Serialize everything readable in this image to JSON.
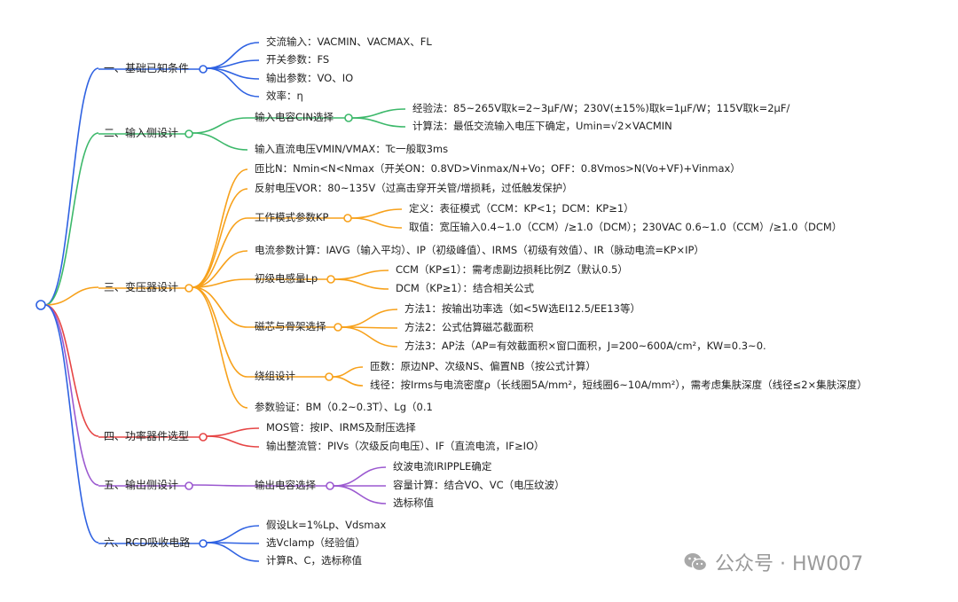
{
  "colors": {
    "s1": "#2f62e2",
    "s2": "#3cb86a",
    "s3": "#f7a11b",
    "s4": "#e64545",
    "s5": "#9b59d0",
    "s6": "#2f62e2"
  },
  "sections": [
    {
      "title": "一、基础已知条件",
      "children": [
        "交流输入：VACMIN、VACMAX、FL",
        "开关参数：FS",
        "输出参数：VO、IO",
        "效率：η"
      ]
    },
    {
      "title": "二、输入侧设计",
      "children": [
        {
          "label": "输入电容CIN选择",
          "children": [
            "经验法：85~265V取k=2~3μF/W；230V(±15%)取k=1μF/W；115V取k=2μF/",
            "计算法：最低交流输入电压下确定，Umin=√2×VACMIN"
          ]
        },
        "输入直流电压VMIN/VMAX：Tc一般取3ms"
      ]
    },
    {
      "title": "三、变压器设计",
      "children": [
        "匝比N：Nmin<N<Nmax（开关ON：0.8VD>Vinmax/N+Vo；OFF：0.8Vmos>N(Vo+VF)+Vinmax）",
        "反射电压VOR：80~135V（过高击穿开关管/增损耗，过低触发保护）",
        {
          "label": "工作模式参数KP",
          "children": [
            "定义：表征模式（CCM：KP<1；DCM：KP≥1）",
            "取值：宽压输入0.4~1.0（CCM）/≥1.0（DCM）；230VAC 0.6~1.0（CCM）/≥1.0（DCM）"
          ]
        },
        "电流参数计算：IAVG（输入平均）、IP（初级峰值）、IRMS（初级有效值）、IR（脉动电流=KP×IP）",
        {
          "label": "初级电感量Lp",
          "children": [
            "CCM（KP≤1）：需考虑副边损耗比例Z（默认0.5）",
            "DCM（KP≥1）：结合相关公式"
          ]
        },
        {
          "label": "磁芯与骨架选择",
          "children": [
            "方法1：按输出功率选（如<5W选EI12.5/EE13等）",
            "方法2：公式估算磁芯截面积",
            "方法3：AP法（AP=有效截面积×窗口面积，J=200~600A/cm²，KW=0.3~0."
          ]
        },
        {
          "label": "绕组设计",
          "children": [
            "匝数：原边NP、次级NS、偏置NB（按公式计算）",
            "线径：按Irms与电流密度ρ（长线圈5A/mm²，短线圈6~10A/mm²），需考虑集肤深度（线径≤2×集肤深度）"
          ]
        },
        "参数验证：BM（0.2~0.3T）、Lg（0.1"
      ]
    },
    {
      "title": "四、功率器件选型",
      "children": [
        "MOS管：按IP、IRMS及耐压选择",
        "输出整流管：PIVs（次级反向电压）、IF（直流电流，IF≥IO）"
      ]
    },
    {
      "title": "五、输出侧设计",
      "children": [
        {
          "label": "输出电容选择",
          "children": [
            "纹波电流IRIPPLE确定",
            "容量计算：结合VO、VC（电压纹波）",
            "选标称值"
          ]
        }
      ]
    },
    {
      "title": "六、RCD吸收电路",
      "children": [
        "假设Lk=1%Lp、Vdsmax",
        "选Vclamp（经验值）",
        "计算R、C，选标称值"
      ]
    }
  ],
  "watermark": "公众号 · HW007"
}
